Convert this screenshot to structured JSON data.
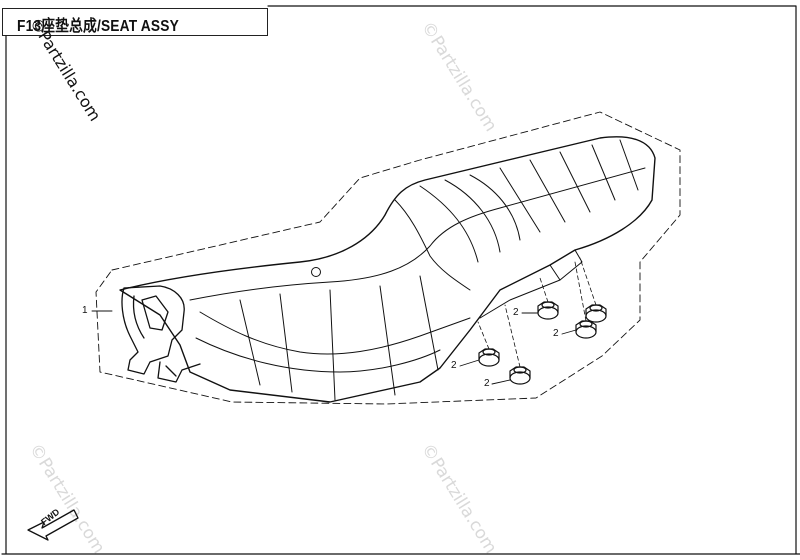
{
  "header": {
    "title": "F13座垫总成/SEAT ASSY"
  },
  "watermark": {
    "text": "©Partzilla.com"
  },
  "callouts": [
    {
      "id": "seat",
      "label": "1"
    },
    {
      "id": "bumper-a",
      "label": "2"
    },
    {
      "id": "bumper-b",
      "label": "2"
    },
    {
      "id": "bumper-c",
      "label": "2"
    },
    {
      "id": "bumper-d",
      "label": "2"
    }
  ],
  "forward_arrow": {
    "label": "FWD"
  },
  "colors": {
    "line": "#111111",
    "watermark": "#d9d9d9",
    "background": "#ffffff"
  }
}
